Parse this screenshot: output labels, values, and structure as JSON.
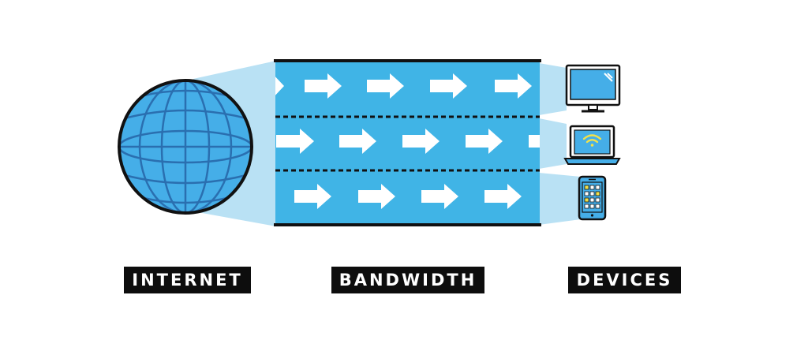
{
  "labels": {
    "internet": "INTERNET",
    "bandwidth": "BANDWIDTH",
    "devices": "DEVICES"
  },
  "icons": {
    "globe": "globe-icon",
    "flow_arrow": "arrow-right-icon",
    "monitor": "desktop-monitor-icon",
    "laptop": "laptop-icon",
    "wifi": "wifi-icon",
    "phone": "smartphone-icon",
    "app_grid": "app-grid-icon"
  },
  "colors": {
    "pipe_blue": "#40b4e6",
    "beam_light_blue": "#b9e1f4",
    "globe_blue": "#45aee8",
    "outline": "#111111",
    "wifi_yellow": "#f2e14a",
    "label_bg": "#0d0d0d",
    "label_text": "#ffffff"
  }
}
